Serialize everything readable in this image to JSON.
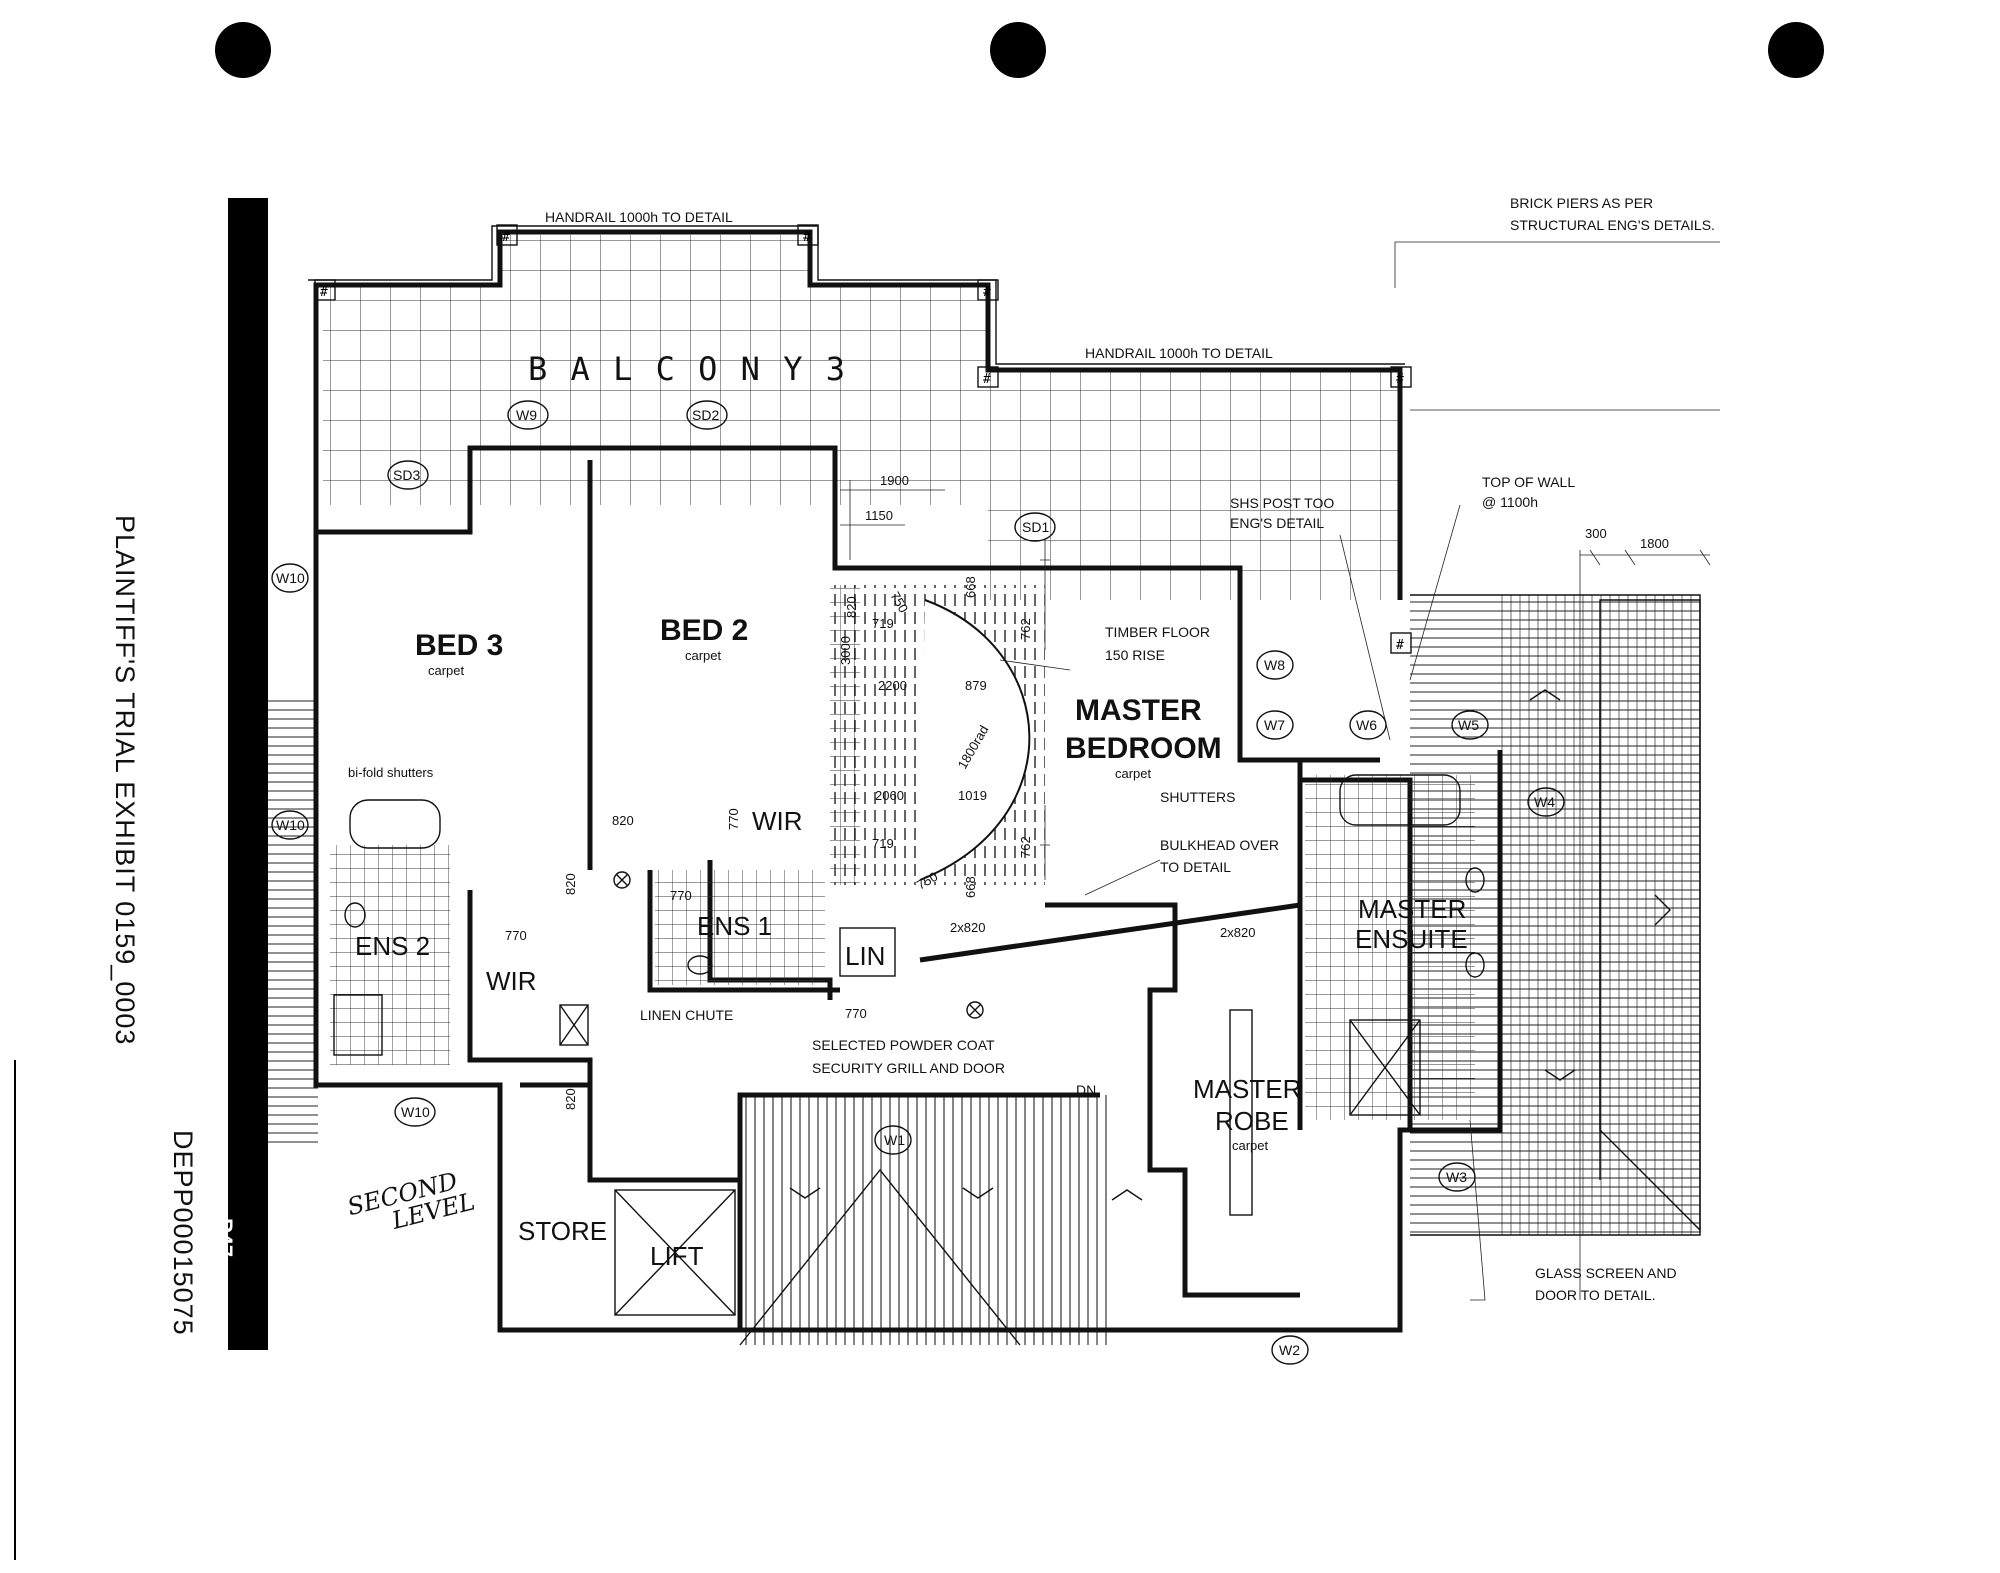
{
  "exhibit": {
    "label": "PLAINTIFF'S TRIAL EXHIBIT 0159_0003",
    "bates": "DEPP00015075",
    "page_tag": "P47",
    "handwritten_note_line1": "SECOND",
    "handwritten_note_line2": "LEVEL"
  },
  "plan": {
    "rooms": {
      "balcony": "B A L C O N Y   3",
      "bed3": "BED 3",
      "bed3_finish": "carpet",
      "bed2": "BED 2",
      "bed2_finish": "carpet",
      "master_bedroom_1": "MASTER",
      "master_bedroom_2": "BEDROOM",
      "master_bedroom_finish": "carpet",
      "wir_bed2": "WIR",
      "wir_bed3": "WIR",
      "ens2": "ENS 2",
      "ens1": "ENS 1",
      "lin": "LIN",
      "master_ensuite_1": "MASTER",
      "master_ensuite_2": "ENSUITE",
      "master_robe_1": "MASTER",
      "master_robe_2": "ROBE",
      "master_robe_finish": "carpet",
      "store": "STORE",
      "lift": "LIFT"
    },
    "notes": {
      "handrail_top": "HANDRAIL 1000h TO DETAIL",
      "handrail_right": "HANDRAIL 1000h TO DETAIL",
      "brick_piers_1": "BRICK PIERS AS PER",
      "brick_piers_2": "STRUCTURAL ENG'S DETAILS.",
      "top_of_wall_1": "TOP OF WALL",
      "top_of_wall_2": "@ 1100h",
      "shs_post_1": "SHS POST TOO",
      "shs_post_2": "ENG'S DETAIL",
      "timber_floor_1": "TIMBER FLOOR",
      "timber_floor_2": "150 RISE",
      "shutters": "SHUTTERS",
      "bulkhead_1": "BULKHEAD OVER",
      "bulkhead_2": "TO DETAIL",
      "bifold": "bi-fold shutters",
      "linen_chute": "LINEN CHUTE",
      "security_1": "SELECTED POWDER COAT",
      "security_2": "SECURITY GRILL AND DOOR",
      "glass_1": "GLASS SCREEN AND",
      "glass_2": "DOOR TO DETAIL.",
      "dn": "DN"
    },
    "dimensions": {
      "d1900": "1900",
      "d1150": "1150",
      "d300": "300",
      "d1800": "1800",
      "d3000": "3000",
      "d820a": "820",
      "d2200": "2200",
      "d879": "879",
      "d2060": "2060",
      "d1019": "1019",
      "d719a": "719",
      "d719b": "719",
      "d668a": "668",
      "d668b": "668",
      "d762a": "762",
      "d762b": "762",
      "d750a": "750",
      "d750b": "750",
      "d1800rad": "1800rad",
      "d820_bed2": "820",
      "d820_hall": "820",
      "d820_store": "820",
      "d770_wir": "770",
      "d770_wir3": "770",
      "d770_ens1": "770",
      "d770_hall": "770",
      "d2x820a": "2x820",
      "d2x820b": "2x820"
    },
    "tags": {
      "w9": "W9",
      "sd2": "SD2",
      "sd3": "SD3",
      "w10a": "W10",
      "w10b": "W10",
      "w10c": "W10",
      "sd1": "SD1",
      "w8": "W8",
      "w7": "W7",
      "w6": "W6",
      "w5": "W5",
      "w4": "W4",
      "w3": "W3",
      "w2": "W2",
      "w1": "W1"
    }
  }
}
